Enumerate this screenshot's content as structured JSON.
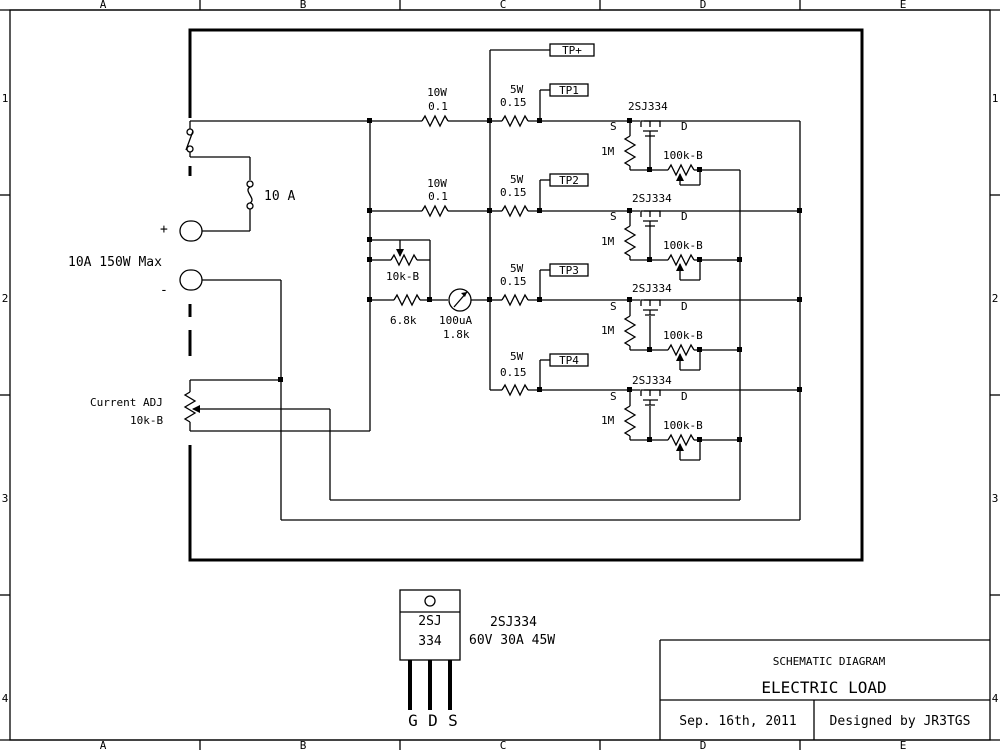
{
  "frame": {
    "columns": [
      "A",
      "B",
      "C",
      "D",
      "E"
    ],
    "rows": [
      "1",
      "2",
      "3",
      "4"
    ]
  },
  "input": {
    "fuse": "10 A",
    "plus": "+",
    "minus": "-",
    "rating": "10A 150W Max"
  },
  "current_adj": {
    "label": "Current ADJ",
    "value": "10k-B"
  },
  "meter": {
    "trim": "10k-B",
    "series": "6.8k",
    "meter_label": "100uA",
    "meter_res": "1.8k"
  },
  "main_resistors": [
    {
      "power": "10W",
      "value": "0.1"
    },
    {
      "power": "10W",
      "value": "0.1"
    }
  ],
  "test_points": [
    "TP+",
    "TP1",
    "TP2",
    "TP3",
    "TP4"
  ],
  "stages": [
    {
      "res_power": "5W",
      "res_value": "0.15",
      "fet": "2SJ334",
      "s": "S",
      "d": "D",
      "gate_res": "1M",
      "pot": "100k-B"
    },
    {
      "res_power": "5W",
      "res_value": "0.15",
      "fet": "2SJ334",
      "s": "S",
      "d": "D",
      "gate_res": "1M",
      "pot": "100k-B"
    },
    {
      "res_power": "5W",
      "res_value": "0.15",
      "fet": "2SJ334",
      "s": "S",
      "d": "D",
      "gate_res": "1M",
      "pot": "100k-B"
    },
    {
      "res_power": "5W",
      "res_value": "0.15",
      "fet": "2SJ334",
      "s": "S",
      "d": "D",
      "gate_res": "1M",
      "pot": "100k-B"
    }
  ],
  "package": {
    "line1": "2SJ",
    "line2": "334",
    "pins": [
      "G",
      "D",
      "S"
    ],
    "part": "2SJ334",
    "spec": "60V 30A 45W"
  },
  "title_block": {
    "kind": "SCHEMATIC DIAGRAM",
    "title": "ELECTRIC LOAD",
    "date": "Sep. 16th, 2011",
    "designer": "Designed by JR3TGS"
  }
}
